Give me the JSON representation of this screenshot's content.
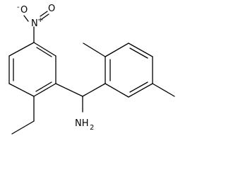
{
  "structure": {
    "labels": {
      "oxygen_negative": "O",
      "oxygen_negative_charge": "-",
      "nitrogen": "N",
      "nitrogen_charge": "+",
      "oxygen_double": "O",
      "amine": "NH",
      "amine_subscript": "2"
    }
  }
}
